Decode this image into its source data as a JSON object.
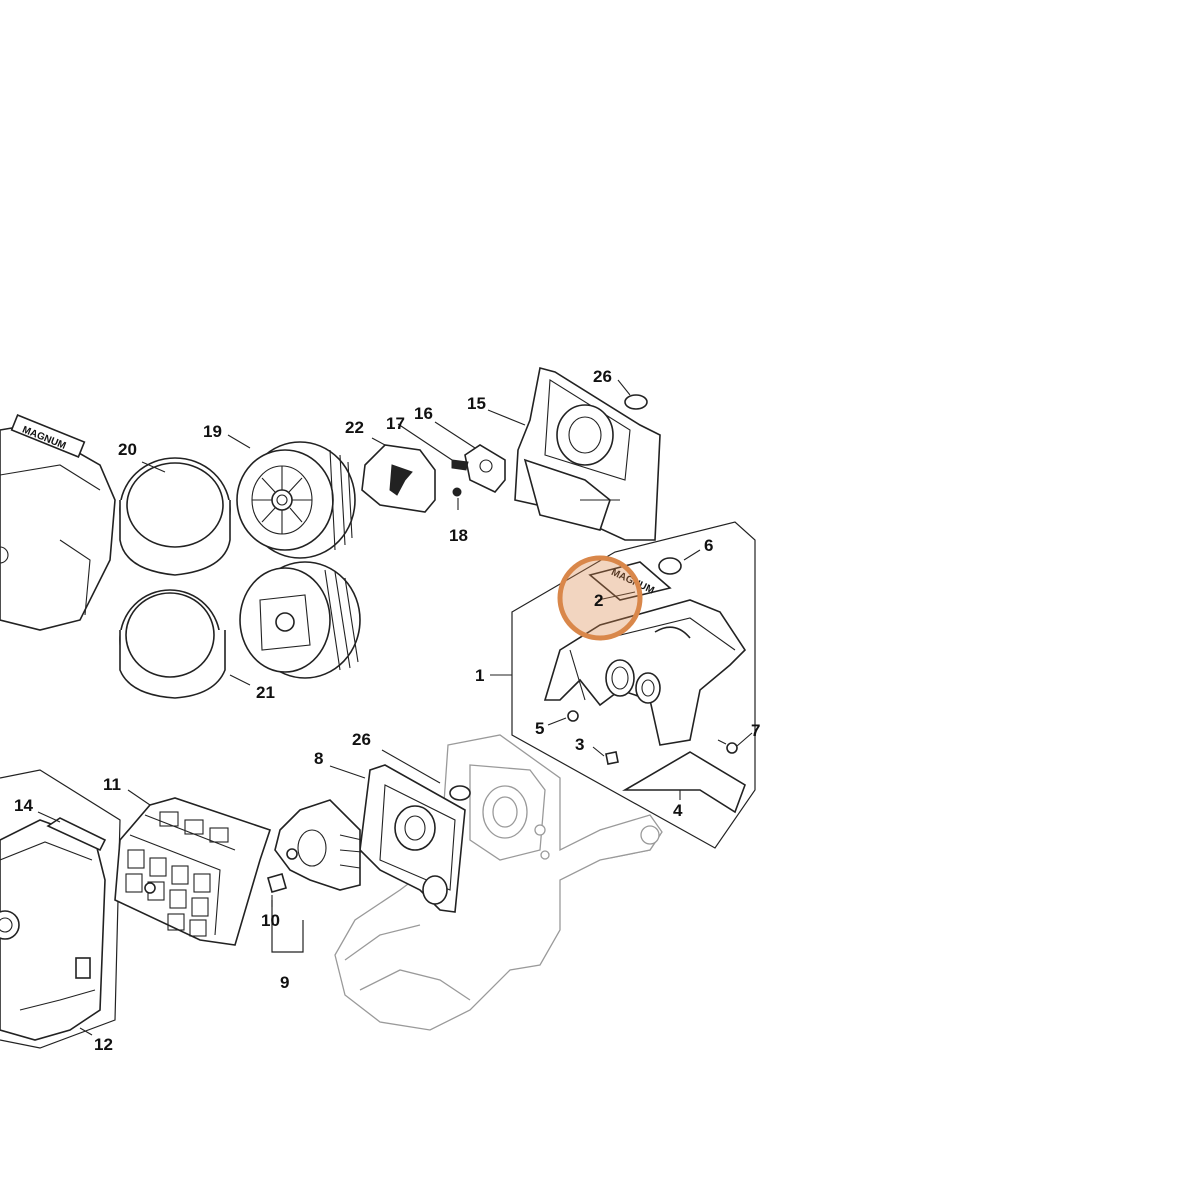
{
  "diagram": {
    "callouts": [
      "1",
      "2",
      "3",
      "4",
      "5",
      "6",
      "7",
      "8",
      "9",
      "10",
      "11",
      "12",
      "14",
      "15",
      "16",
      "17",
      "18",
      "19",
      "20",
      "21",
      "22",
      "26",
      "26"
    ],
    "logo_texts": [
      "MAGNUM",
      "MAGNUM"
    ],
    "highlight": {
      "label": "2",
      "color": "#d9874a"
    }
  }
}
